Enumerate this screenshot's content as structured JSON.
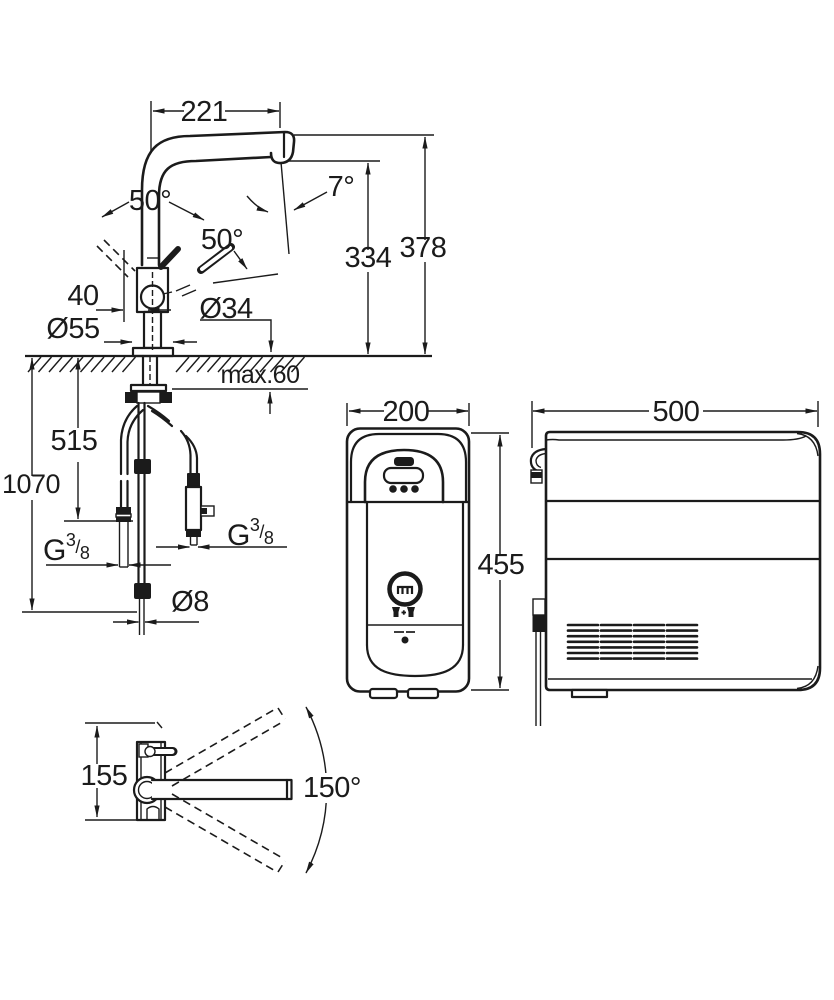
{
  "page": {
    "background": "#ffffff",
    "line_color": "#1b1b1b",
    "type": "technical-dimension-drawing"
  },
  "faucet_front": {
    "spout_reach": "221",
    "spout_outlet_angle": "7°",
    "handle_swing_left": "50°",
    "handle_swing_right": "50°",
    "outlet_height": "334",
    "total_height": "378",
    "handle_clearance": "40",
    "base_diameter": "Ø55",
    "shank_diameter": "Ø34",
    "max_counter_thickness": "max.60",
    "hose_length_short": "515",
    "hose_length_total": "1070",
    "hose_diameter": "Ø8",
    "thread": {
      "g": "G",
      "numerator": "3",
      "slash": "/",
      "denominator": "8"
    }
  },
  "filter_unit": {
    "width": "200",
    "height": "455",
    "icons": [
      "notch-icon",
      "pill-button-icon",
      "three-dots-icon",
      "grohe-logo-ring-icon",
      "glasses-plus-icon",
      "power-dot-icon"
    ]
  },
  "cooler_unit": {
    "width": "500",
    "icons": [
      "wall-hook-icon",
      "power-cable-icon",
      "vent-grille-icon"
    ]
  },
  "top_view": {
    "body_depth": "155",
    "swivel_range": "150°"
  }
}
